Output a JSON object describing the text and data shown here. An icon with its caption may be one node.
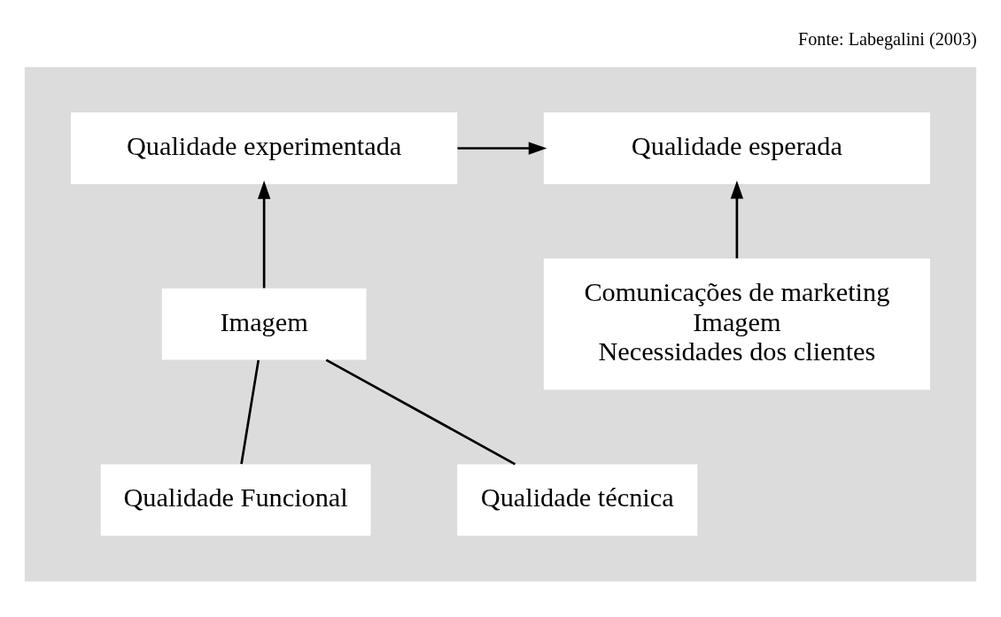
{
  "diagram": {
    "caption": "Fonte: Labegalini (2003)",
    "nodes": [
      {
        "text": [],
        "shape": "box"
      },
      {
        "text": [
          "Qualidade esperada"
        ],
        "in": 0
      },
      {
        "text": [
          "Qualidade experimentada"
        ],
        "in": 0
      },
      {
        "text": [
          "Comunicações de marketing",
          "Imagem",
          "Necessidades dos clientes"
        ],
        "in": 0
      },
      {
        "text": [
          "Imagem"
        ],
        "in": 0
      },
      {
        "text": [
          "Qualidade técnica"
        ],
        "in": 0
      },
      {
        "text": [
          "Qualidade Funcional"
        ],
        "in": 0
      }
    ],
    "edges": [
      {
        "from": 2,
        "to": 1,
        "arrow": "to"
      },
      {
        "from": 3,
        "to": 1,
        "arrow": "to"
      },
      {
        "from": 4,
        "to": 2,
        "arrow": "to"
      },
      {
        "from": 5,
        "to": 4,
        "arrow": "none"
      },
      {
        "from": 6,
        "to": 4,
        "arrow": "none"
      }
    ]
  }
}
